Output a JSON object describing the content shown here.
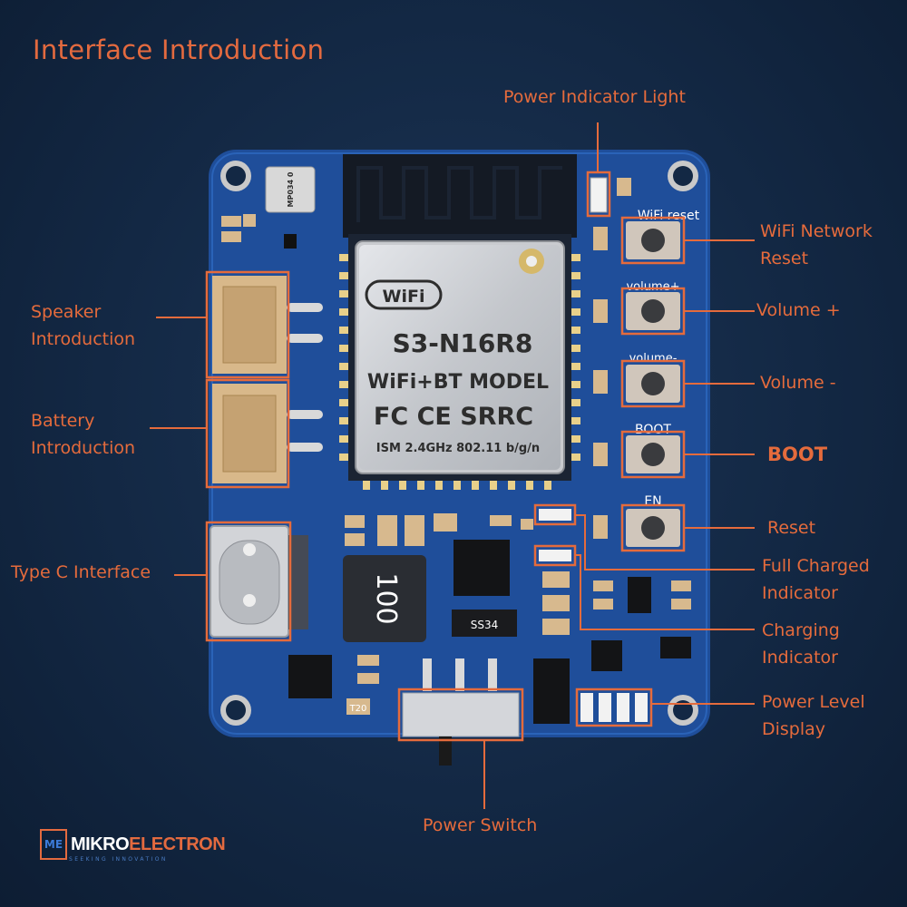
{
  "title": "Interface Introduction",
  "labels": {
    "power_indicator_light": "Power Indicator Light",
    "wifi_network_reset_1": "WiFi Network",
    "wifi_network_reset_2": "Reset",
    "volume_plus": "Volume +",
    "volume_minus": "Volume -",
    "boot": "BOOT",
    "reset": "Reset",
    "full_charged_1": "Full Charged",
    "full_charged_2": "Indicator",
    "charging_1": "Charging",
    "charging_2": "Indicator",
    "power_level_1": "Power Level",
    "power_level_2": "Display",
    "speaker_1": "Speaker",
    "speaker_2": "Introduction",
    "battery_1": "Battery",
    "battery_2": "Introduction",
    "type_c": "Type C Interface",
    "power_switch": "Power Switch"
  },
  "silkscreen": {
    "wifi_reset": "WiFi reset",
    "volume_plus": "volume+",
    "volume_minus": "volume-",
    "boot": "BOOT",
    "en": "EN",
    "t20": "T20",
    "inductor": "100",
    "mic": "MP034 0",
    "ss34": "SS34"
  },
  "module": {
    "wifi_logo": "WiFi",
    "model": "S3-N16R8",
    "sub": "WiFi+BT MODEL",
    "cert": "FC CE SRRC",
    "spec": "ISM 2.4GHz 802.11 b/g/n"
  },
  "brand": {
    "mark": "ME",
    "name_part1": "MIKRO",
    "name_part2": "ELECTRON",
    "tagline": "SEEKING INNOVATION"
  },
  "colors": {
    "accent": "#e56b3c",
    "pcb": "#1f4e9a",
    "background": "#132844"
  }
}
